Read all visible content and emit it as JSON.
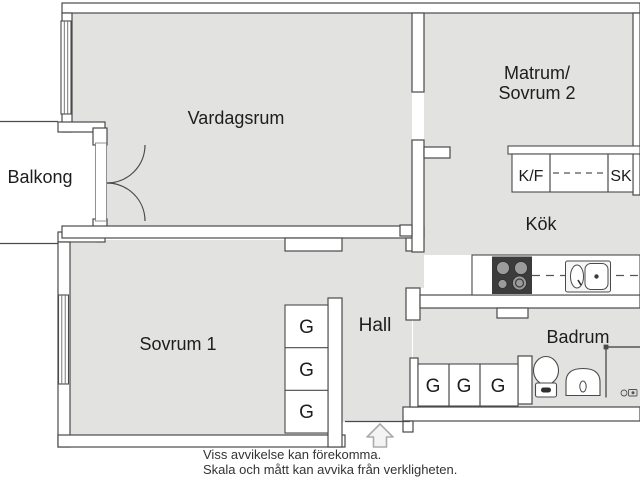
{
  "rooms": {
    "balcony": "Balkong",
    "living_room": "Vardagsrum",
    "dining_bedroom2": [
      "Matrum/",
      "Sovrum 2"
    ],
    "kitchen": "Kök",
    "hall": "Hall",
    "bedroom1": "Sovrum 1",
    "bathroom": "Badrum"
  },
  "cabinets": {
    "fridge_freezer": "K/F",
    "cupboard": "SK",
    "wardrobes_bedroom1": [
      "G",
      "G",
      "G"
    ],
    "wardrobes_hall": [
      "G",
      "G",
      "G"
    ]
  },
  "footer": {
    "line1": "Viss avvikelse kan förekomma.",
    "line2": "Skala och mått kan avvika från verkligheten."
  },
  "icons": {
    "stove": "stove-4-burner-icon",
    "kitchen_sink": "kitchen-sink-icon",
    "toilet": "toilet-icon",
    "washbasin": "washbasin-icon",
    "shower": "shower-corner-icon",
    "entrance": "entrance-arrow-icon",
    "balcony_door": "double-door-swing-icon",
    "window": "window-icon"
  },
  "colors": {
    "floor_fill": "#e2e2e1",
    "wall_fill": "#ffffff",
    "wall_stroke": "#4a4a4a",
    "stove_body": "#3c3c3c",
    "burner": "#9b9b9b",
    "label_text": "#1d1d1d",
    "arrow_stroke": "#ababab",
    "dashed_line": "#555555"
  }
}
